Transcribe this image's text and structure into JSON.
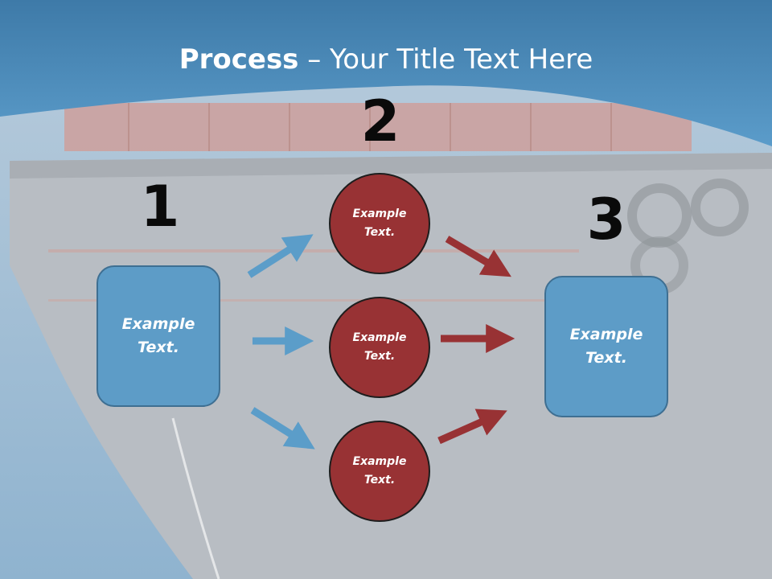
{
  "title": {
    "bold": "Process",
    "rest": " – Your Title Text Here"
  },
  "step_numbers": [
    "1",
    "2",
    "3"
  ],
  "left_box": {
    "text": "Example Text."
  },
  "right_box": {
    "text": "Example Text."
  },
  "circles": [
    {
      "text": "Example Text."
    },
    {
      "text": "Example Text."
    },
    {
      "text": "Example Text."
    }
  ],
  "colors": {
    "header_blue": "#4a8bbd",
    "box_blue": "#5d9cc7",
    "circle_red": "#983234",
    "arrow_blue": "#5b9dc9",
    "arrow_red": "#983234"
  }
}
